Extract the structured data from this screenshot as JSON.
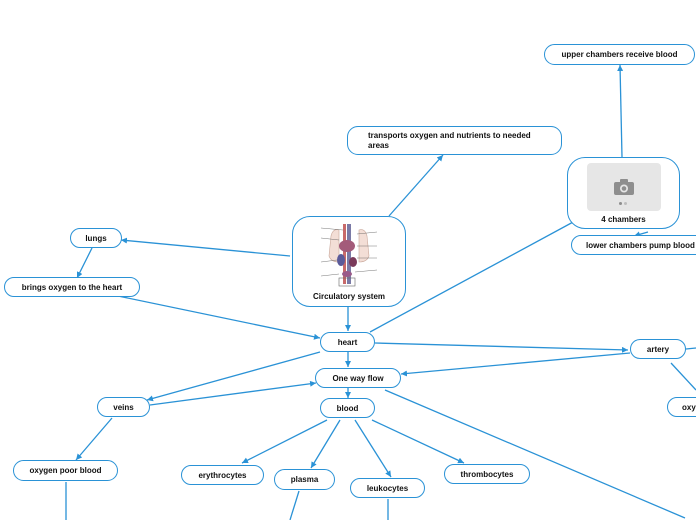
{
  "nodes": {
    "upper_chambers": "upper chambers receive blood",
    "transports": "transports oxygen and nutrients to needed areas",
    "four_chambers": "4 chambers",
    "lower_chambers": "lower chambers pump blood",
    "lungs": "lungs",
    "circulatory_system": "Circulatory system",
    "brings_oxygen": "brings oxygen to the heart",
    "heart": "heart",
    "artery": "artery",
    "one_way_flow": "One way flow",
    "veins": "veins",
    "blood": "blood",
    "oxy_partial": "oxy",
    "oxygen_poor_blood": "oxygen poor blood",
    "erythrocytes": "erythrocytes",
    "plasma": "plasma",
    "leukocytes": "leukocytes",
    "thrombocytes": "thrombocytes"
  },
  "colors": {
    "accent": "#2a92d6",
    "text": "#111111"
  },
  "icons": {
    "image_placeholder": "camera-icon"
  }
}
